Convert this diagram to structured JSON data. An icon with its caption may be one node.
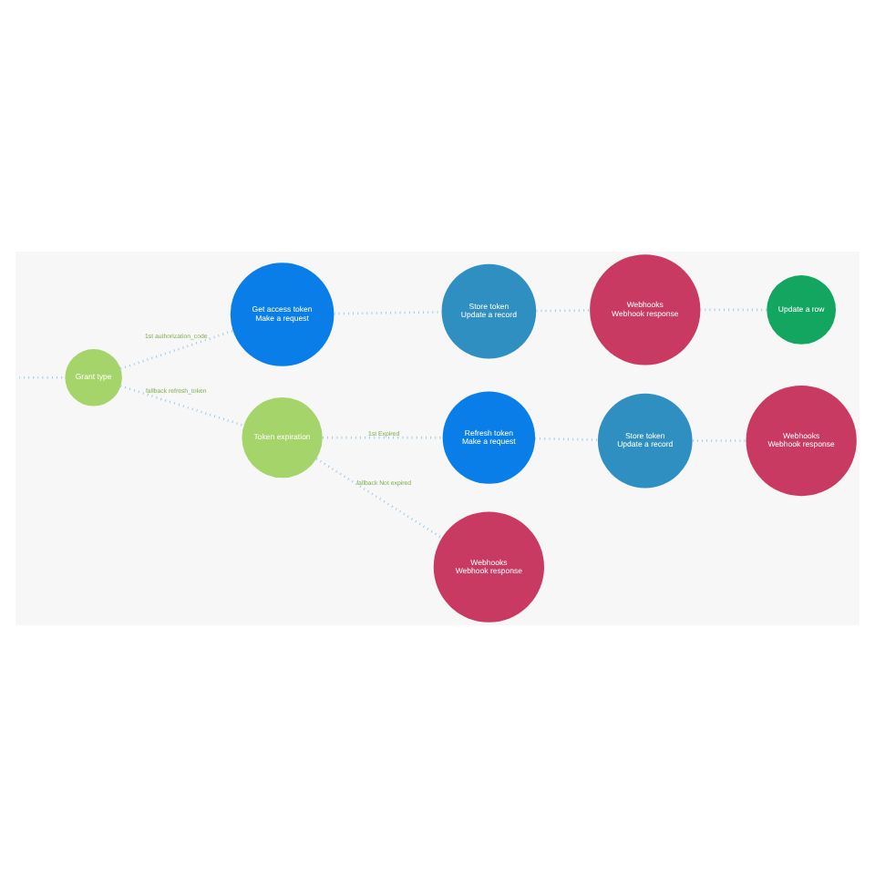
{
  "diagram": {
    "nodes": [
      {
        "text": [
          "Grant type"
        ]
      },
      {
        "text": [
          "Get access token",
          "Make a request"
        ]
      },
      {
        "text": [
          "Store token",
          "Update a record"
        ]
      },
      {
        "text": [
          "Webhooks",
          "Webhook response"
        ]
      },
      {
        "text": [
          "Update a row"
        ]
      },
      {
        "text": [
          "Token expiration"
        ]
      },
      {
        "text": [
          "Refresh token",
          "Make a request"
        ]
      },
      {
        "text": [
          "Store token",
          "Update a record"
        ]
      },
      {
        "text": [
          "Webhooks",
          "Webhook response"
        ]
      },
      {
        "text": [
          "Webhooks",
          "Webhook response"
        ]
      }
    ],
    "edges": [
      {
        "from": null,
        "to": 0,
        "arrow": "none"
      },
      {
        "from": 0,
        "to": 1,
        "arrow": "none",
        "label": "1st authorization_code"
      },
      {
        "from": 1,
        "to": 2,
        "arrow": "none"
      },
      {
        "from": 2,
        "to": 3,
        "arrow": "none"
      },
      {
        "from": 3,
        "to": 4,
        "arrow": "none"
      },
      {
        "from": 0,
        "to": 5,
        "arrow": "none",
        "label": "fallback refresh_token"
      },
      {
        "from": 5,
        "to": 6,
        "arrow": "none",
        "label": "1st Expired"
      },
      {
        "from": 6,
        "to": 7,
        "arrow": "none"
      },
      {
        "from": 7,
        "to": 8,
        "arrow": "none"
      },
      {
        "from": 5,
        "to": 9,
        "arrow": "none",
        "label": "fallback Not expired"
      }
    ]
  }
}
